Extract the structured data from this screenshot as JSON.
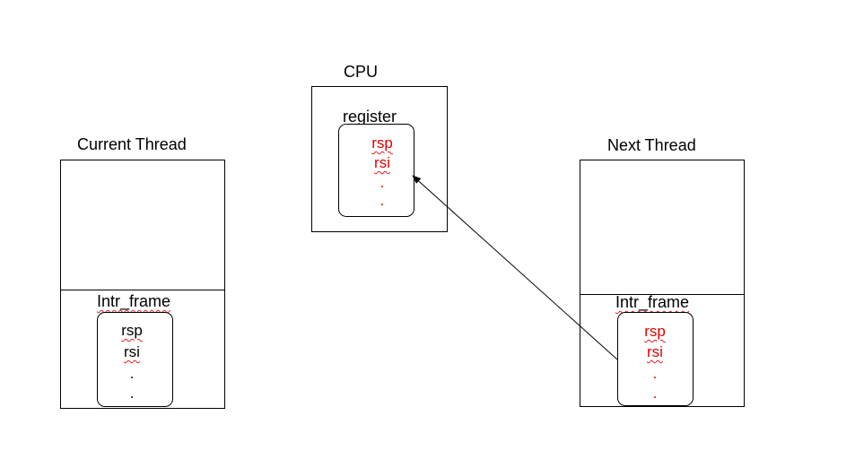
{
  "cpu": {
    "title": "CPU",
    "register_label": "register",
    "registers": [
      "rsp",
      "rsi"
    ],
    "ellipsis": [
      ".",
      "."
    ],
    "text_color": "#e00000"
  },
  "current_thread": {
    "title": "Current Thread",
    "frame_label": "Intr_frame",
    "registers": [
      "rsp",
      "rsi"
    ],
    "ellipsis": [
      ".",
      "."
    ],
    "text_color": "#000000"
  },
  "next_thread": {
    "title": "Next Thread",
    "frame_label": "Intr_frame",
    "registers": [
      "rsp",
      "rsi"
    ],
    "ellipsis": [
      ".",
      "."
    ],
    "text_color": "#e00000"
  },
  "edges": [
    {
      "from": "next_thread.intr_frame",
      "to": "cpu.register"
    }
  ]
}
